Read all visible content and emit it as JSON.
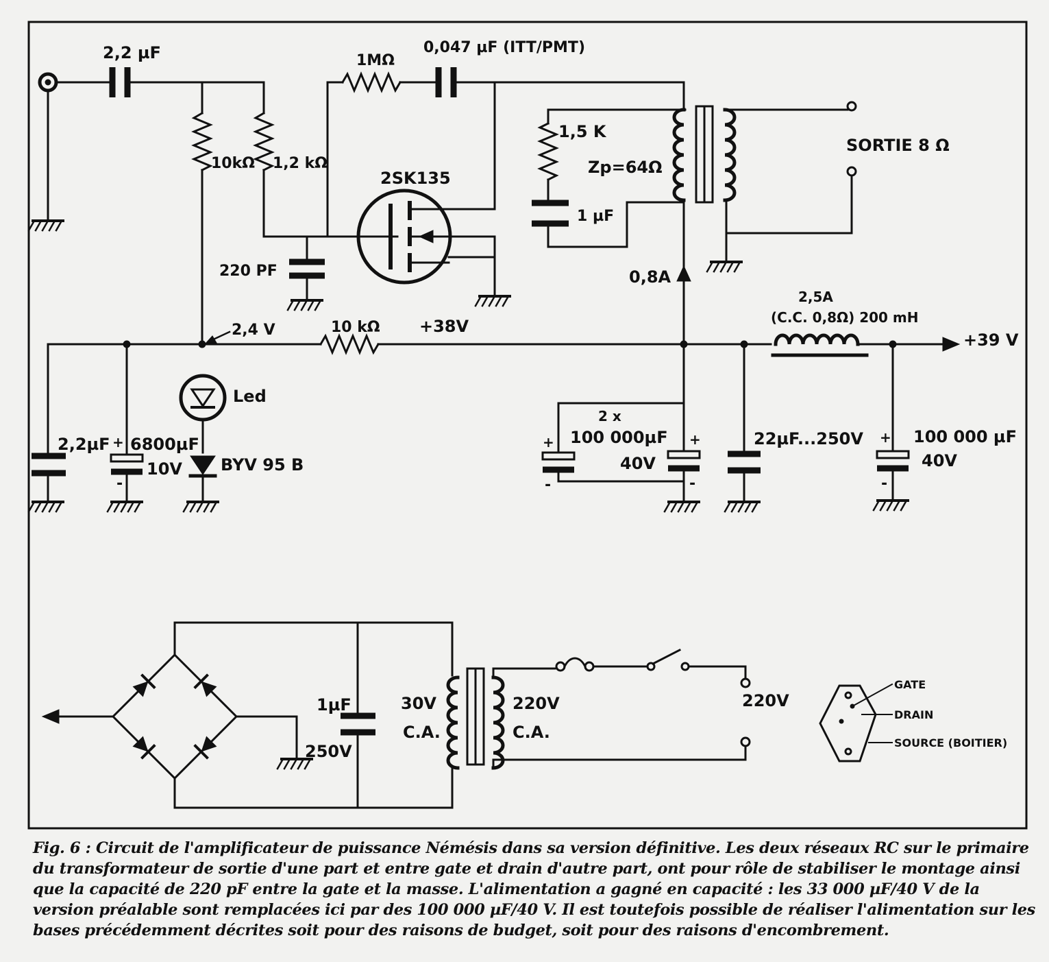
{
  "diagram": {
    "labels": {
      "c_in": "2,2 µF",
      "r_feedback": "1MΩ",
      "c_feedback": "0,047 µF (ITT/PMT)",
      "r_gate": "10kΩ",
      "r_bias": "1,2 kΩ",
      "fet": "2SK135",
      "c_gate": "220 PF",
      "v_gate": "2,4 V",
      "r_supply": "10 kΩ",
      "v_38": "+38V",
      "led": "Led",
      "c_22": "2,2µF",
      "c_6800": "6800µF",
      "v_10": "10V",
      "diode": "BYV 95 B",
      "r_snub": "1,5 K",
      "c_snub": "1 µF",
      "zp": "Zp=64Ω",
      "sortie": "SORTIE 8 Ω",
      "current": "0,8A",
      "choke_a": "2,5A",
      "choke_b": "(C.C. 0,8Ω) 200 mH",
      "v_39": "+39 V",
      "caps_2x_a": "2 x",
      "caps_2x_b": "100 000µF",
      "caps_2x_c": "40V",
      "c_250": "22µF...250V",
      "c_out_a": "100 000 µF",
      "c_out_b": "40V",
      "c_ps_a": "1µF",
      "c_ps_b": "250V",
      "tr_sec_a": "30V",
      "tr_sec_b": "C.A.",
      "tr_pri_a": "220V",
      "tr_pri_b": "C.A.",
      "mains": "220V",
      "pin_gate": "GATE",
      "pin_drain": "DRAIN",
      "pin_source": "SOURCE (BOITIER)",
      "plus": "+",
      "minus": "-"
    }
  },
  "caption": "Fig. 6 : Circuit de l'amplificateur de puissance Némésis dans sa version définitive. Les deux réseaux RC sur le primaire du transformateur de sortie d'une part et entre gate et drain d'autre part, ont pour rôle de stabiliser le montage ainsi que la capacité de 220 pF entre la gate et la masse. L'alimentation a gagné en capacité : les 33 000 µF/40 V de la version préalable sont remplacées ici par des 100 000 µF/40 V. Il est toutefois possible de réaliser l'alimentation sur les bases précédemment décrites soit pour des raisons de budget, soit pour des raisons d'encombrement."
}
